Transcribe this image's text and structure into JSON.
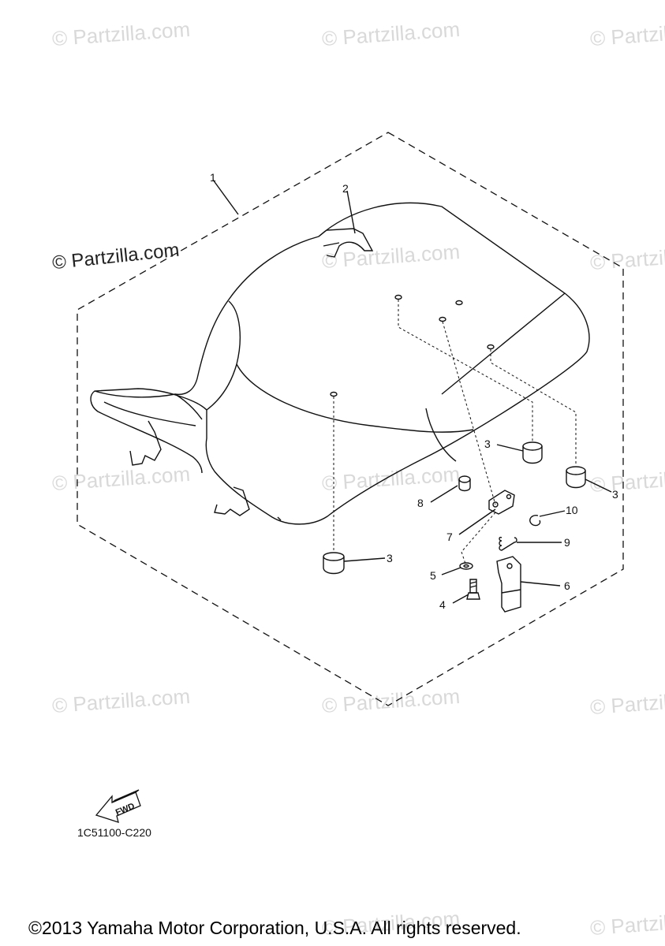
{
  "watermark_text": "© Partzilla.com",
  "watermark_primary": "© Partzilla.com",
  "diagram_code": "1C51100-C220",
  "copyright": "©2013 Yamaha Motor Corporation, U.S.A. All rights reserved.",
  "fwd_label": "FWD",
  "callouts": {
    "c1": "1",
    "c2": "2",
    "c3a": "3",
    "c3b": "3",
    "c3c": "3",
    "c4": "4",
    "c5": "5",
    "c6": "6",
    "c7": "7",
    "c8": "8",
    "c9": "9",
    "c10": "10"
  }
}
